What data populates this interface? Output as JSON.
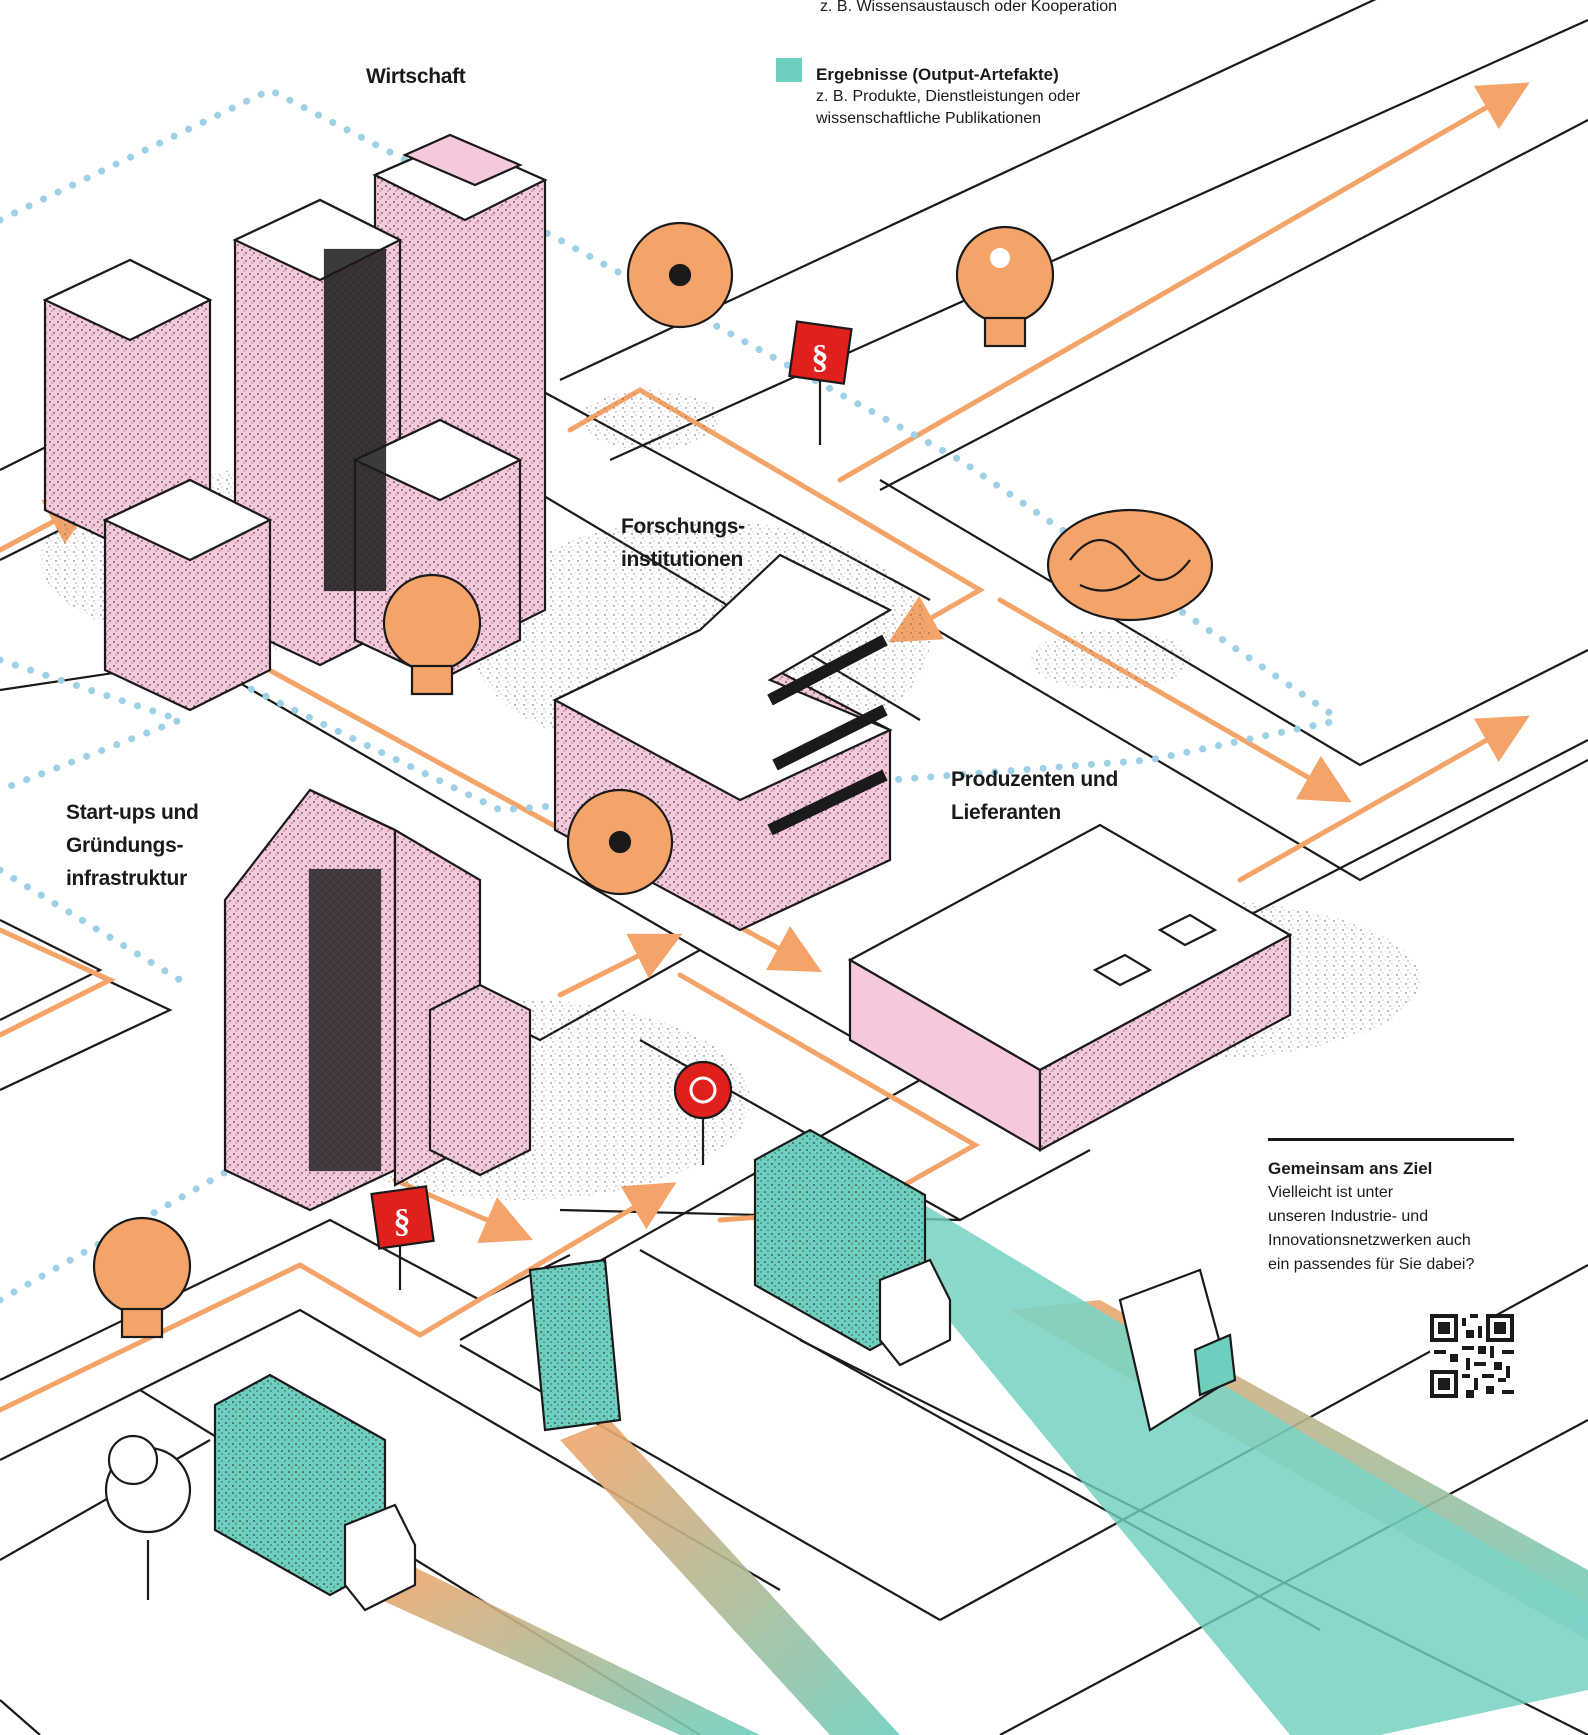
{
  "legend": {
    "exchange": {
      "desc": "z. B. Wissensaustausch oder Kooperation"
    },
    "results": {
      "title": "Ergebnisse (Output-Artefakte)",
      "desc_line1": "z. B. Produkte, Dienstleistungen oder",
      "desc_line2": "wissenschaftliche Publikationen",
      "color": "#6fcfbf"
    }
  },
  "areas": {
    "wirtschaft": "Wirtschaft",
    "forschung_line1": "Forschungs-",
    "forschung_line2": "institutionen",
    "produzenten_line1": "Produzenten und",
    "produzenten_line2": "Lieferanten",
    "startups_line1": "Start-ups und",
    "startups_line2": "Gründungs-",
    "startups_line3": "infrastruktur"
  },
  "info": {
    "title": "Gemeinsam ans Ziel",
    "line1": "Vielleicht ist unter",
    "line2": "unseren Industrie- und",
    "line3": "Innovationsnetzwerken auch",
    "line4": "ein passendes für Sie dabei?"
  },
  "colors": {
    "orange": "#f5a469",
    "pink": "#f6c8dc",
    "teal": "#6fcfbf",
    "dotted_blue": "#9ed0e6",
    "sign_red": "#e0201c",
    "line": "#1a1a1a"
  },
  "icons": [
    "lightbulb-icon",
    "gear-icon",
    "brain-icon",
    "paragraph-sign-icon",
    "recycle-sign-icon",
    "book-icon",
    "document-icon",
    "truck-icon",
    "tree-icon",
    "qr-code-icon"
  ]
}
